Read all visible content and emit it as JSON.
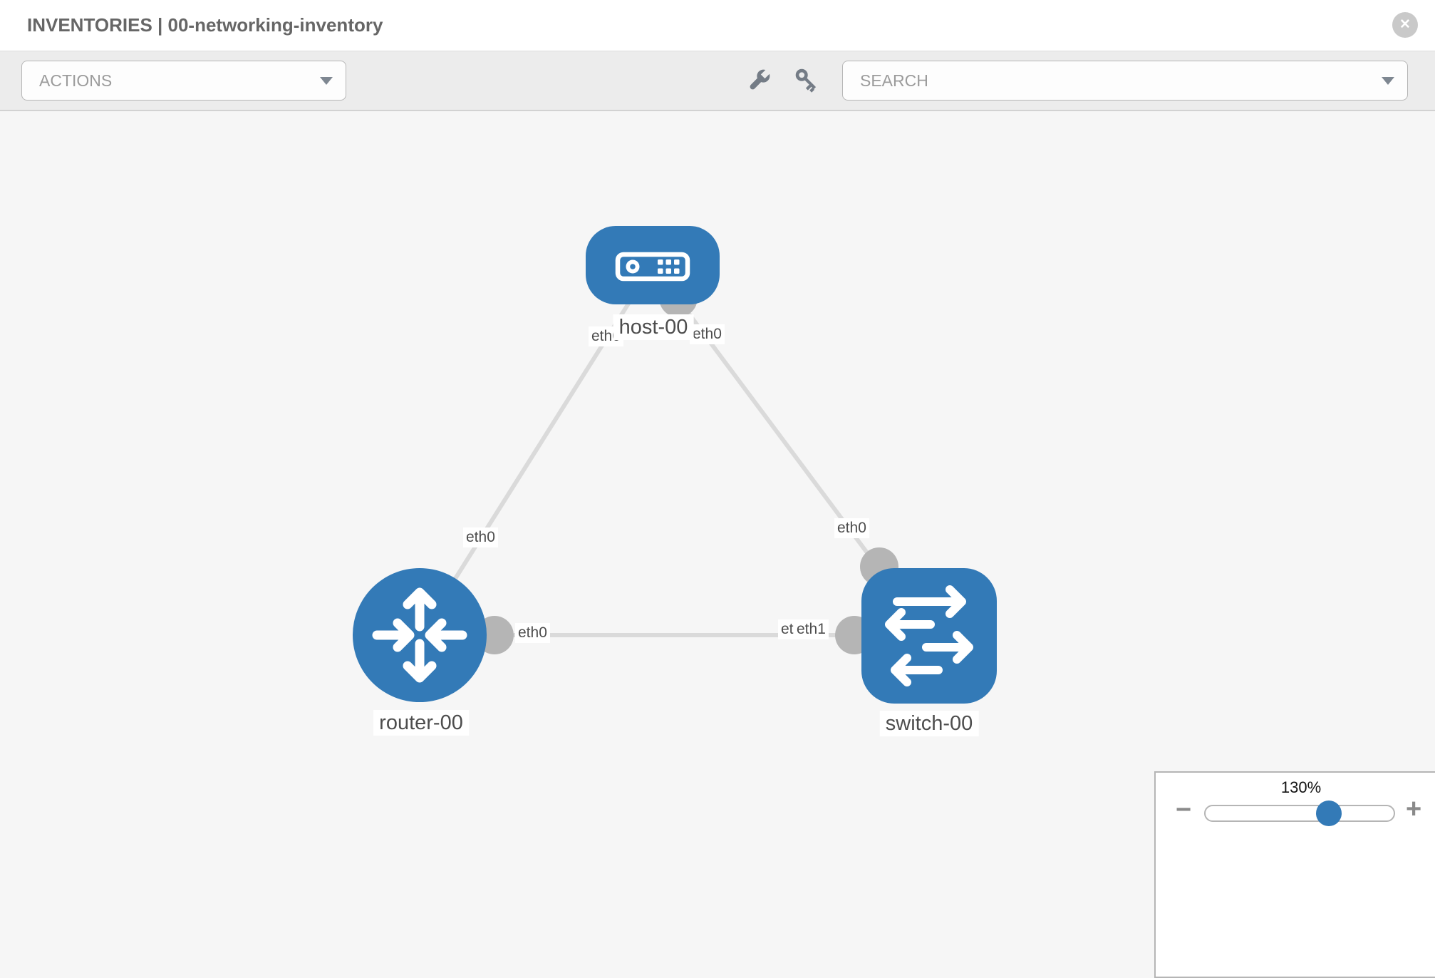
{
  "header": {
    "title": "INVENTORIES | 00-networking-inventory"
  },
  "toolbar": {
    "actions_label": "ACTIONS",
    "search_placeholder": "SEARCH"
  },
  "icons": {
    "close": "✕",
    "dropdown_caret": "▼",
    "toolbar_icons": [
      "wrench-icon",
      "key-icon"
    ]
  },
  "diagram": {
    "nodes": [
      {
        "id": "host-00",
        "label": "host-00",
        "type": "host"
      },
      {
        "id": "router-00",
        "label": "router-00",
        "type": "router"
      },
      {
        "id": "switch-00",
        "label": "switch-00",
        "type": "switch"
      }
    ],
    "links": [
      {
        "source": "host-00",
        "source_interface": "eth0",
        "target": "router-00",
        "target_interface": "eth0"
      },
      {
        "source": "host-00",
        "source_interface": "eth0",
        "target": "switch-00",
        "target_interface": "eth0"
      },
      {
        "source": "router-00",
        "source_interface": "eth0",
        "target": "switch-00",
        "target_interface": "eth1"
      }
    ],
    "interface_labels": [
      {
        "id": "host-left",
        "text": "eth0"
      },
      {
        "id": "host-right",
        "text": "eth0"
      },
      {
        "id": "router-top",
        "text": "eth0"
      },
      {
        "id": "switch-top",
        "text": "eth0"
      },
      {
        "id": "router-right",
        "text": "eth0"
      },
      {
        "id": "switch-left-under",
        "text": "eth0"
      },
      {
        "id": "switch-left-over",
        "text": "eth1"
      }
    ]
  },
  "zoom_control": {
    "level": "130%",
    "minus": "−",
    "plus": "+"
  },
  "colors": {
    "node_fill": "#337ab7",
    "link": "#dadada",
    "interface_dot": "#b5b5b5",
    "toolbar_bg": "#ececec",
    "canvas_bg": "#f6f6f6"
  }
}
